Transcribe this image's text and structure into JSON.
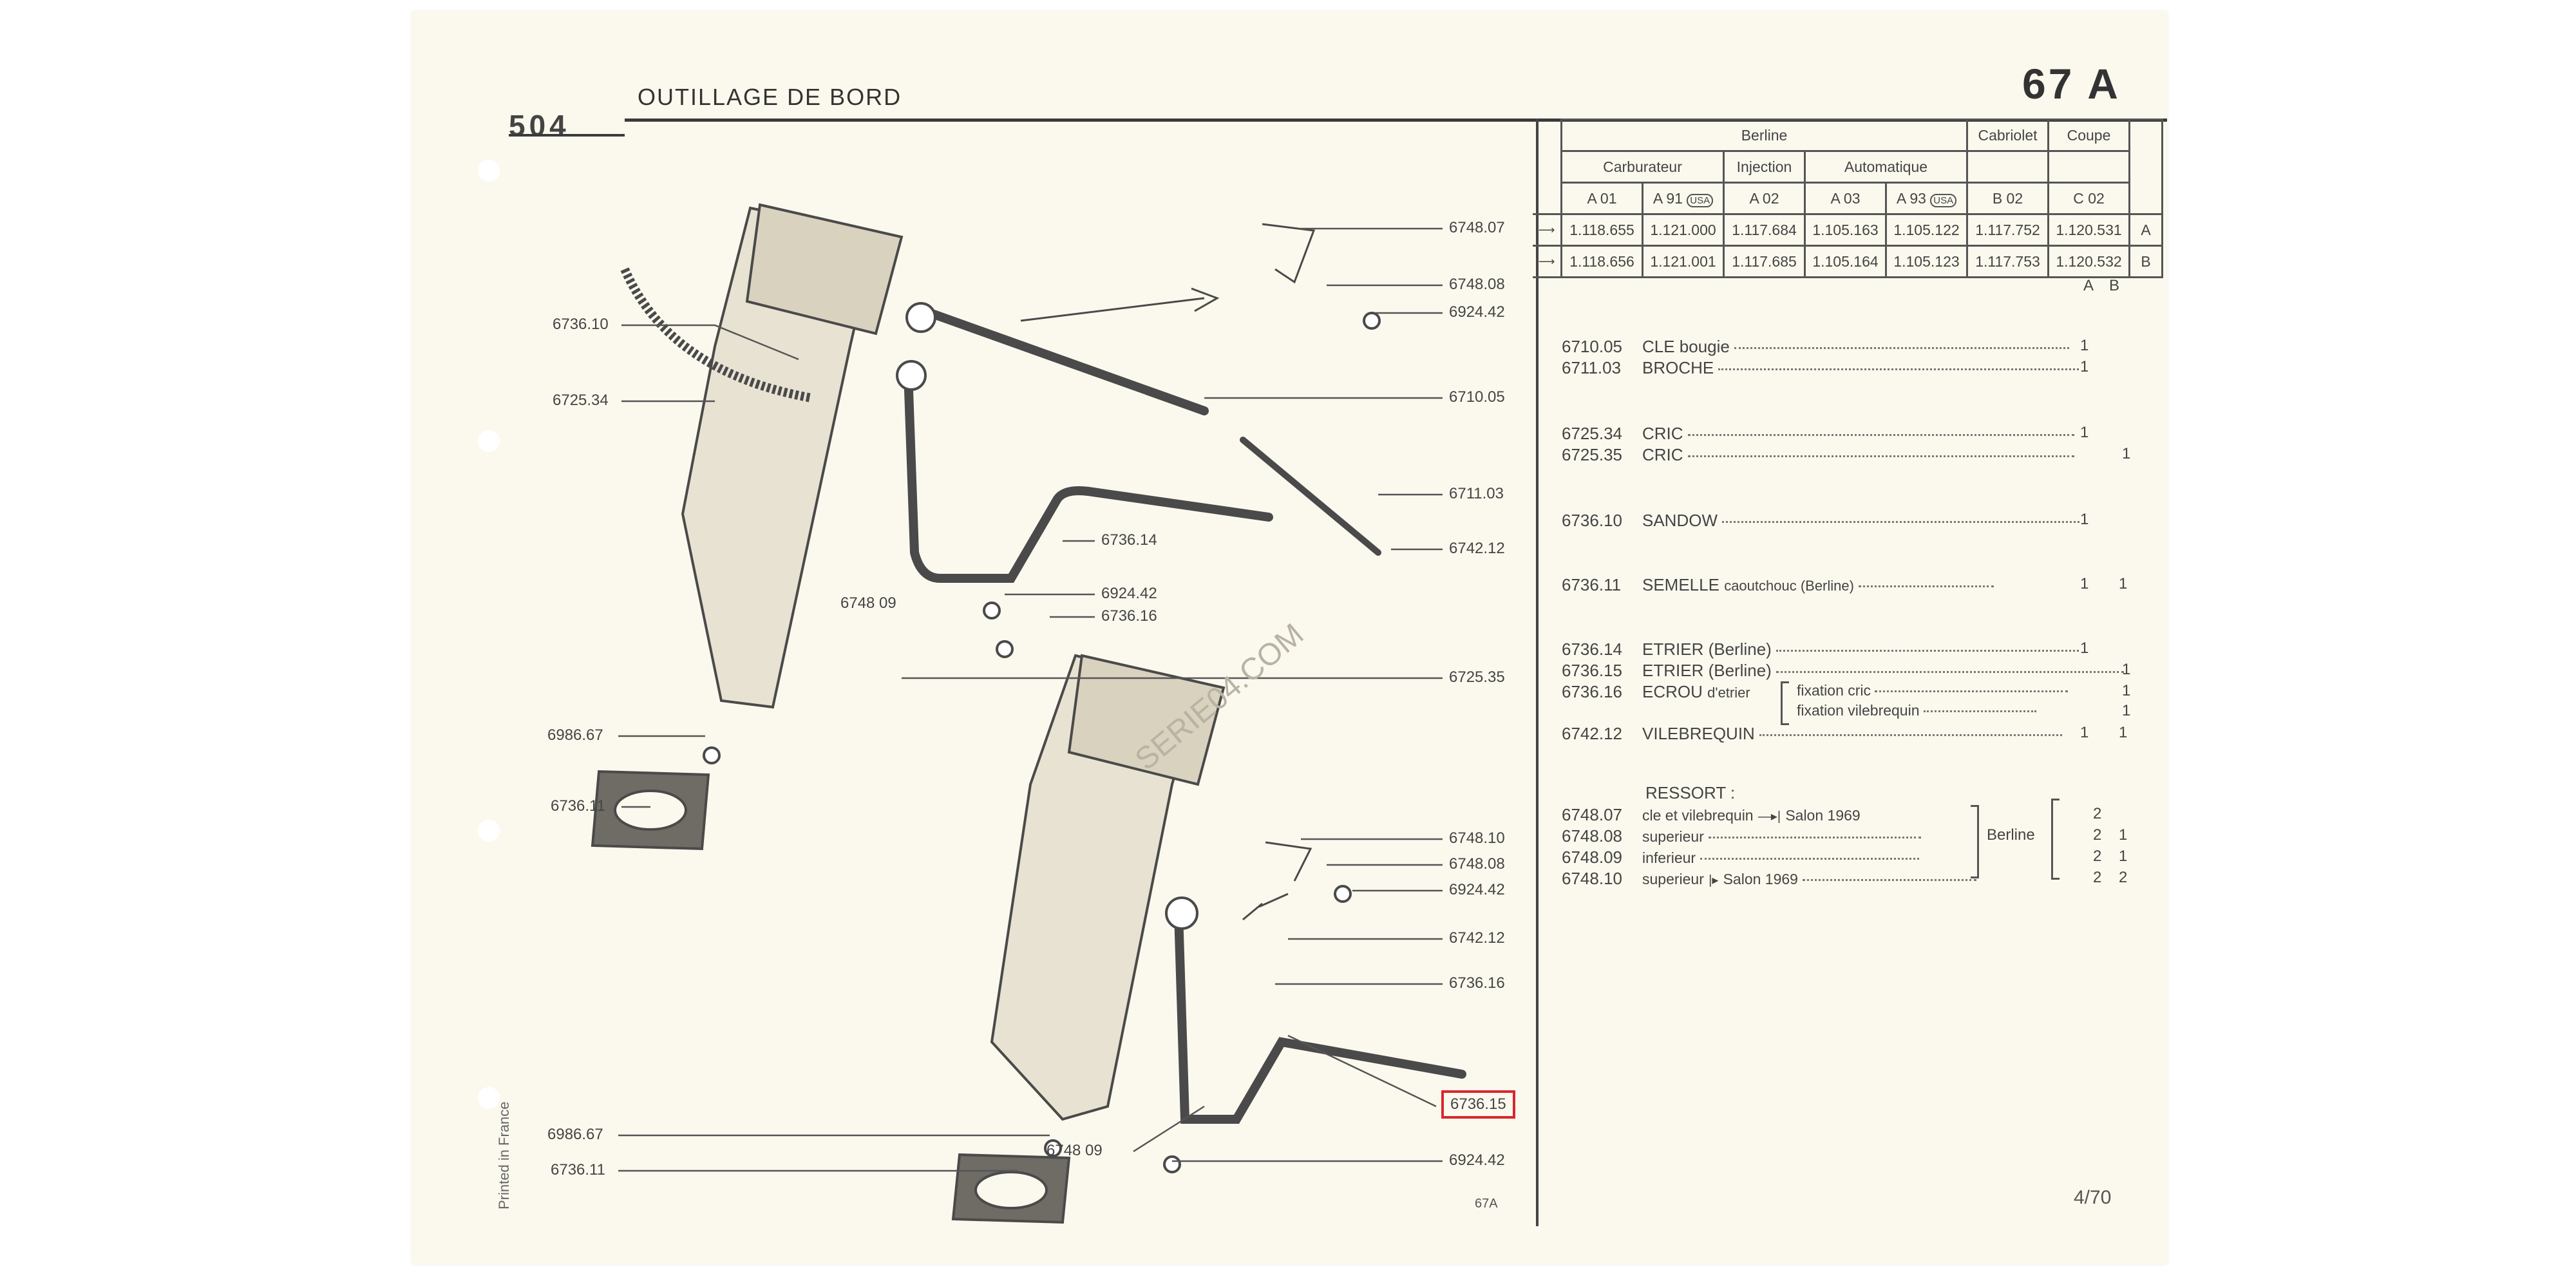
{
  "header": {
    "model": "504",
    "title": "OUTILLAGE DE BORD",
    "page": "67 A"
  },
  "table": {
    "r1": [
      "Berline",
      "Cabriolet",
      "Coupe"
    ],
    "r2": [
      "Carburateur",
      "Injection",
      "Automatique"
    ],
    "r3": [
      "A 01",
      "A 91",
      "USA",
      "A 02",
      "A 03",
      "A 93",
      "USA",
      "B 02",
      "C 02"
    ],
    "rowA": [
      "1.118.655",
      "1.121.000",
      "1.117.684",
      "1.105.163",
      "1.105.122",
      "1.117.752",
      "1.120.531",
      "A"
    ],
    "rowB": [
      "1.118.656",
      "1.121.001",
      "1.117.685",
      "1.105.164",
      "1.105.123",
      "1.117.753",
      "1.120.532",
      "B"
    ],
    "colA": "A",
    "colB": "B"
  },
  "parts": [
    {
      "ref": "6710.05",
      "desc": "CLE bougie",
      "a": "1",
      "b": ""
    },
    {
      "ref": "6711.03",
      "desc": "BROCHE",
      "a": "1",
      "b": ""
    },
    {
      "ref": "6725.34",
      "desc": "CRIC",
      "a": "1",
      "b": ""
    },
    {
      "ref": "6725.35",
      "desc": "CRIC",
      "a": "",
      "b": "1"
    },
    {
      "ref": "6736.10",
      "desc": "SANDOW",
      "a": "1",
      "b": ""
    },
    {
      "ref": "6736.11",
      "desc": "SEMELLE",
      "sub": "caoutchouc (Berline)",
      "a": "1",
      "b": "1"
    },
    {
      "ref": "6736.14",
      "desc": "ETRIER (Berline)",
      "a": "1",
      "b": ""
    },
    {
      "ref": "6736.15",
      "desc": "ETRIER (Berline)",
      "a": "",
      "b": "1"
    },
    {
      "ref": "6736.16",
      "desc": "ECROU",
      "sub": "d'etrier",
      "opt1": "fixation cric",
      "opt2": "fixation vilebrequin",
      "a": "",
      "b": "1",
      "b2": "1"
    },
    {
      "ref": "6742.12",
      "desc": "VILEBREQUIN",
      "a": "1",
      "b": "1"
    }
  ],
  "ressort": {
    "heading": "RESSORT :",
    "group": "Berline",
    "items": [
      {
        "ref": "6748.07",
        "desc": "cle et vilebrequin",
        "salon": "Salon 1969",
        "a": "2",
        "b": ""
      },
      {
        "ref": "6748.08",
        "desc": "superieur",
        "a": "2",
        "b": "1"
      },
      {
        "ref": "6748.09",
        "desc": "inferieur",
        "a": "2",
        "b": "1"
      },
      {
        "ref": "6748.10",
        "desc": "superieur",
        "salon": "Salon 1969",
        "a": "2",
        "b": "2"
      }
    ]
  },
  "callouts": {
    "c674807": "6748.07",
    "c674808a": "6748.08",
    "c692442a": "6924.42",
    "c673610": "6736.10",
    "c672534": "6725.34",
    "c671005": "6710.05",
    "c671103": "6711.03",
    "c673614": "6736.14",
    "c674212a": "6742.12",
    "c674809a": "6748 09",
    "c692442b": "6924.42",
    "c673616a": "6736.16",
    "c672535": "6725.35",
    "c698667a": "6986.67",
    "c673611a": "6736.11",
    "c674810": "6748.10",
    "c674808b": "6748.08",
    "c692442c": "6924.42",
    "c674212b": "6742.12",
    "c673616b": "6736.16",
    "c673615": "6736.15",
    "c698667b": "6986.67",
    "c674809b": "6748 09",
    "c692442d": "6924.42",
    "c673611b": "6736.11"
  },
  "footer": {
    "code": "67A",
    "pageNum": "4/70",
    "printed": "Printed in France"
  },
  "watermark": "SERIE04.COM",
  "colors": {
    "highlight": "#d9272e",
    "paper": "#fbf9ee",
    "ink": "#3b3b3b"
  }
}
